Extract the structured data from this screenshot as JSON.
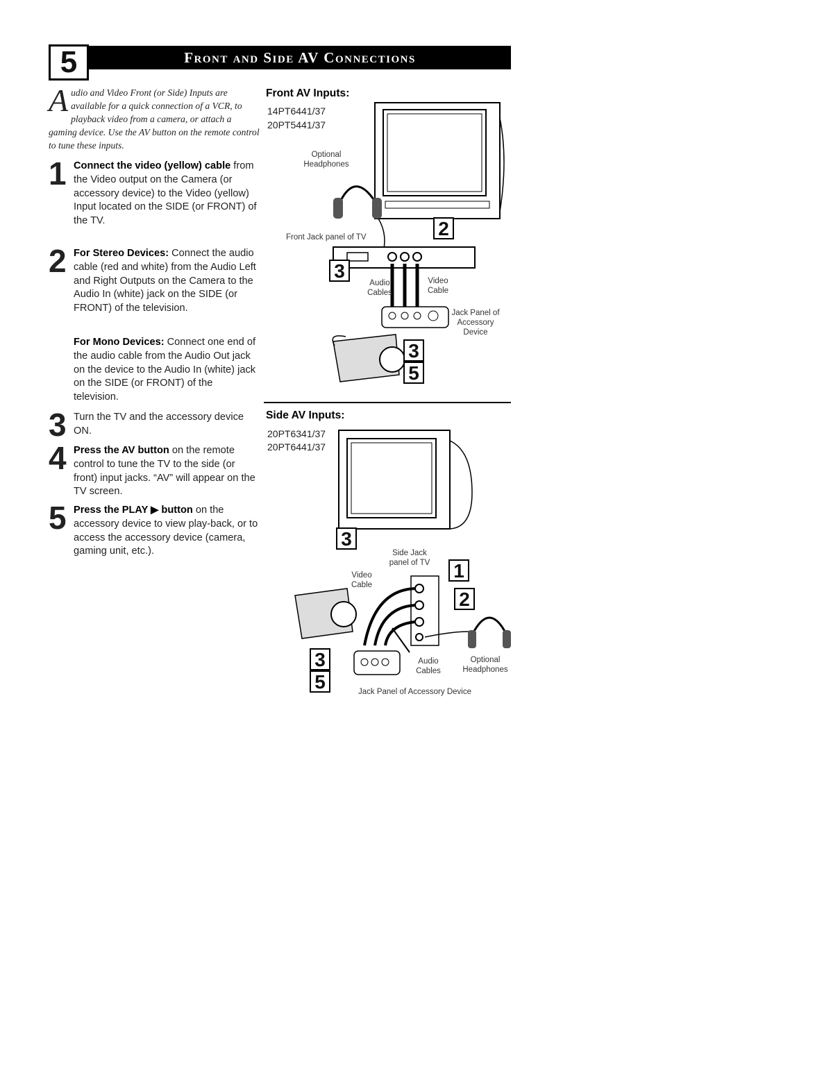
{
  "header": {
    "section_number": "5",
    "title": "Front and Side AV Connections"
  },
  "intro": {
    "drop_cap": "A",
    "text": "udio and Video Front (or Side) Inputs are available for a quick connection of a VCR, to playback video from a camera, or attach a gaming device. Use the AV button on the remote control to tune these inputs."
  },
  "steps": [
    {
      "number": "1",
      "bold": "Connect the video (yellow) cable",
      "text": " from the Video output on the Camera (or accessory device) to the Video (yellow) Input located on the SIDE (or FRONT) of the TV."
    },
    {
      "number": "2",
      "bold": "For Stereo Devices:",
      "text": " Connect the audio cable (red and white) from the Audio Left and Right Outputs on the Camera to the Audio In (white) jack on the SIDE (or FRONT) of the television."
    },
    {
      "number": "",
      "bold": "For Mono Devices:",
      "text": " Connect one end of the audio cable from the Audio Out jack on the device to the Audio In (white) jack on the SIDE (or FRONT) of the television."
    },
    {
      "number": "3",
      "bold": "",
      "text": "Turn the TV and the accessory device ON."
    },
    {
      "number": "4",
      "bold": "Press the AV button",
      "text": " on the remote control to tune the TV to the side (or front) input jacks. “AV” will appear on the TV screen."
    },
    {
      "number": "5",
      "bold": "Press the PLAY ▶ button",
      "text": " on the accessory device to view play-back, or to access the accessory device (camera, gaming unit, etc.)."
    }
  ],
  "front": {
    "title": "Front AV Inputs:",
    "models": [
      "14PT6441/37",
      "20PT5441/37"
    ],
    "labels": {
      "headphones": "Optional Headphones",
      "jack_panel": "Front Jack panel of TV",
      "audio": "Audio Cables",
      "video": "Video Cable",
      "device_panel": "Jack Panel of Accessory Device"
    },
    "callouts": [
      "2",
      "3",
      "3",
      "5"
    ]
  },
  "side": {
    "title": "Side AV Inputs:",
    "models": [
      "20PT6341/37",
      "20PT6441/37"
    ],
    "labels": {
      "jack_panel": "Side Jack panel of TV",
      "video": "Video Cable",
      "audio": "Audio Cables",
      "headphones": "Optional Headphones",
      "device_panel": "Jack Panel of Accessory Device"
    },
    "callouts": [
      "3",
      "1",
      "2",
      "3",
      "5"
    ]
  }
}
